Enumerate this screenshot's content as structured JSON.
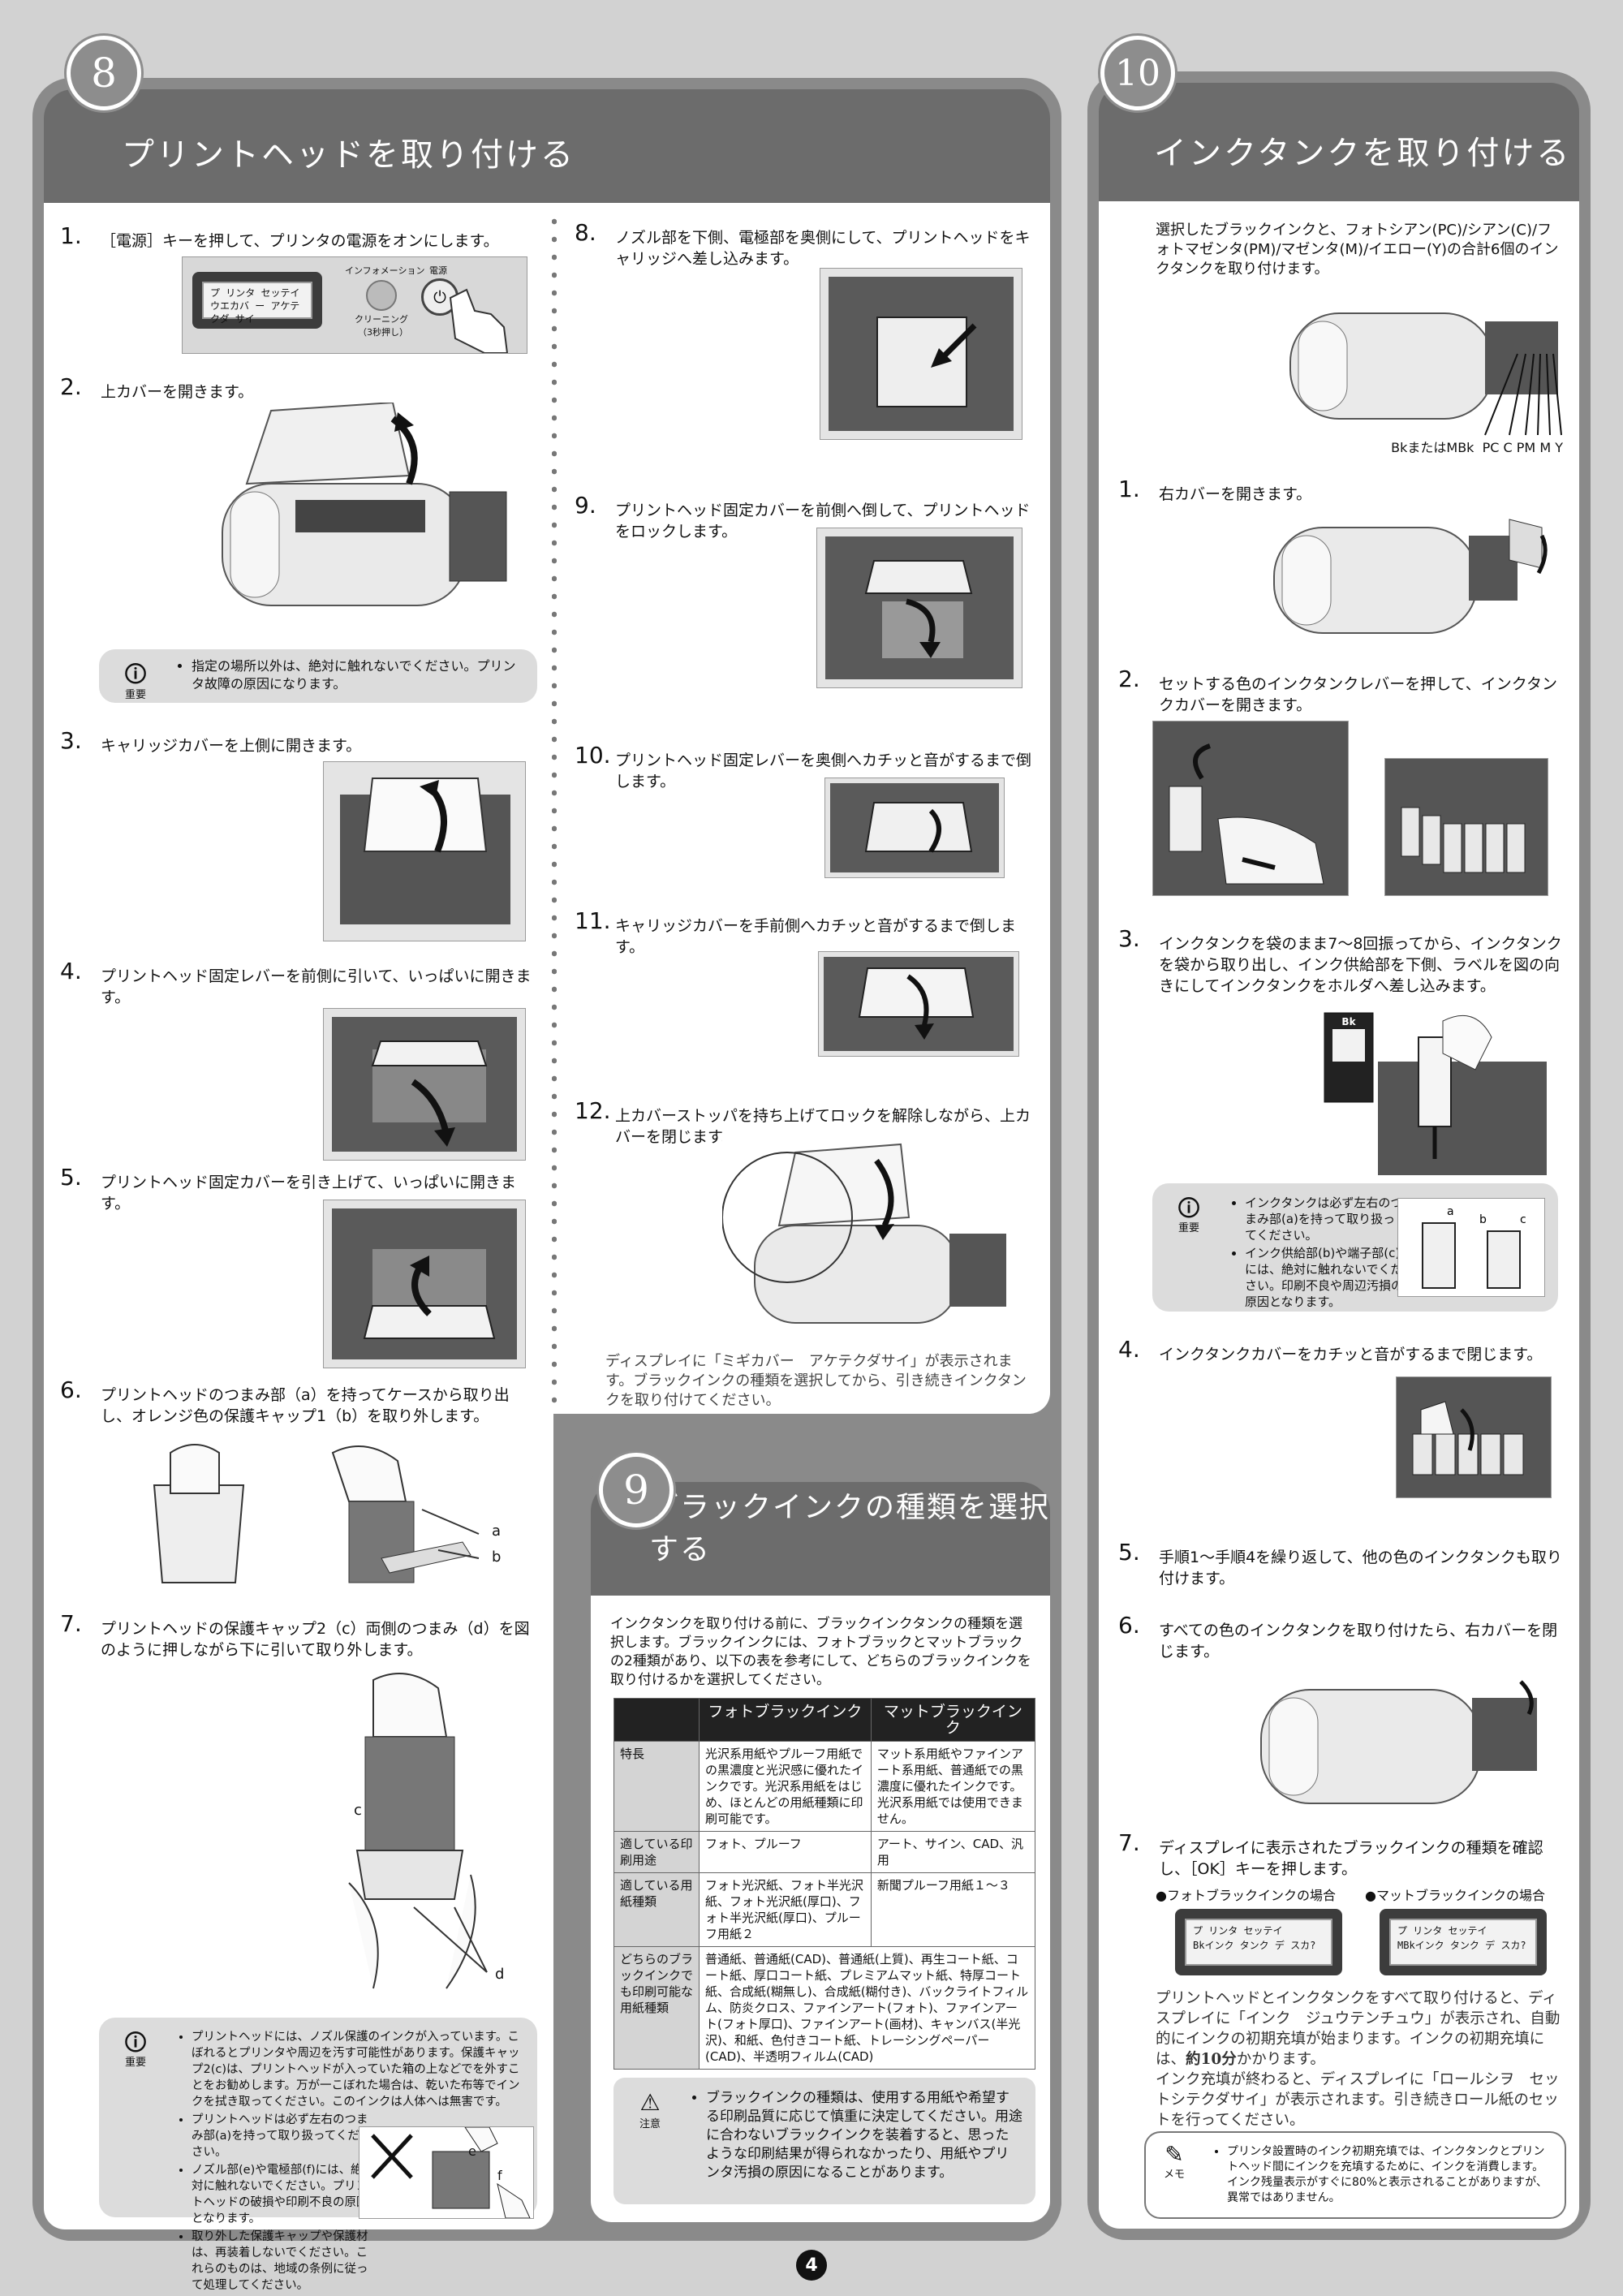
{
  "colors": {
    "panel": "#8a8a8a",
    "header": "#6c6c6c",
    "note_bg": "#dcdcdc"
  },
  "page_number": "4",
  "s8": {
    "badge": "8",
    "title": "プリントヘッドを取り付ける",
    "lcd_line1": "プ リンタ セッテイ",
    "lcd_line2": "ウエカバ ー アケテクダ サイ",
    "info_label": "インフォメーション",
    "power_label": "電源",
    "clean_label1": "クリーニング",
    "clean_label2": "（3秒押し）",
    "steps": [
      {
        "n": "1.",
        "t": "［電源］キーを押して、プリンタの電源をオンにします。"
      },
      {
        "n": "2.",
        "t": "上カバーを開きます。"
      },
      {
        "n": "3.",
        "t": "キャリッジカバーを上側に開きます。"
      },
      {
        "n": "4.",
        "t": "プリントヘッド固定レバーを前側に引いて、いっぱいに開きます。"
      },
      {
        "n": "5.",
        "t": "プリントヘッド固定カバーを引き上げて、いっぱいに開きます。"
      },
      {
        "n": "6.",
        "t": "プリントヘッドのつまみ部（a）を持ってケースから取り出し、オレンジ色の保護キャップ1（b）を取り外します。"
      },
      {
        "n": "7.",
        "t": "プリントヘッドの保護キャップ2（c）両側のつまみ（d）を図のように押しながら下に引いて取り外します。"
      },
      {
        "n": "8.",
        "t": "ノズル部を下側、電極部を奥側にして、プリントヘッドをキャリッジへ差し込みます。"
      },
      {
        "n": "9.",
        "t": "プリントヘッド固定カバーを前側へ倒して、プリントヘッドをロックします。"
      },
      {
        "n": "10.",
        "t": "プリントヘッド固定レバーを奥側へカチッと音がするまで倒します。"
      },
      {
        "n": "11.",
        "t": "キャリッジカバーを手前側へカチッと音がするまで倒します。"
      },
      {
        "n": "12.",
        "t": "上カバーストッパを持ち上げてロックを解除しながら、上カバーを閉じます。"
      }
    ],
    "important_label": "重要",
    "note1": "指定の場所以外は、絶対に触れないでください。プリンタ故障の原因になります。",
    "label_a": "a",
    "label_b": "b",
    "label_c": "c",
    "label_d": "d",
    "label_e": "e",
    "label_f": "f",
    "note2": [
      "プリントヘッドには、ノズル保護のインクが入っています。こぼれるとプリンタや周辺を汚す可能性があります。保護キャップ2(c)は、プリントヘッドが入っていた箱の上などでを外すことをお勧めします。万が一こぼれた場合は、乾いた布等でインクを拭き取ってください。このインクは人体へは無害です。",
      "プリントヘッドは必ず左右のつまみ部(a)を持って取り扱ってください。",
      "ノズル部(e)や電極部(f)には、絶対に触れないでください。プリントヘッドの破損や印刷不良の原因となります。",
      "取り外した保護キャップや保護材は、再装着しないでください。これらのものは、地域の条例に従って処理してください。"
    ],
    "end_text": "ディスプレイに「ミギカバー　アケテクダサイ」が表示されます。ブラックインクの種類を選択してから、引き続きインクタンクを取り付けてください。"
  },
  "s9": {
    "badge": "9",
    "title": "ブラックインクの種類を選択する",
    "intro": "インクタンクを取り付ける前に、ブラックインクタンクの種類を選択します。ブラックインクには、フォトブラックとマットブラックの2種類があり、以下の表を参考にして、どちらのブラックインクを取り付けるかを選択してください。",
    "table": {
      "h1": "フォトブラックインク",
      "h2": "マットブラックインク",
      "rows": [
        {
          "h": "特長",
          "a": "光沢系用紙やプルーフ用紙での黒濃度と光沢感に優れたインクです。光沢系用紙をはじめ、ほとんどの用紙種類に印刷可能です。",
          "b": "マット系用紙やファインアート系用紙、普通紙での黒濃度に優れたインクです。光沢系用紙では使用できません。"
        },
        {
          "h": "適している印刷用途",
          "a": "フォト、プルーフ",
          "b": "アート、サイン、CAD、汎用"
        },
        {
          "h": "適している用紙種類",
          "a": "フォト光沢紙、フォト半光沢紙、フォト光沢紙(厚口)、フォト半光沢紙(厚口)、プルーフ用紙２",
          "b": "新聞プルーフ用紙１～３"
        },
        {
          "h": "どちらのブラックインクでも印刷可能な用紙種類",
          "a": "普通紙、普通紙(CAD)、普通紙(上質)、再生コート紙、コート紙、厚口コート紙、プレミアムマット紙、特厚コート紙、合成紙(糊無し)、合成紙(糊付き)、バックライトフィルム、防炎クロス、ファインアート(フォト)、ファインアート(フォト厚口)、ファインアート(画材)、キャンバス(半光沢)、和紙、色付きコート紙、トレーシングペーパー(CAD)、半透明フィルム(CAD)"
        }
      ]
    },
    "caution_label": "注意",
    "caution": "ブラックインクの種類は、使用する用紙や希望する印刷品質に応じて慎重に決定してください。用途に合わないブラックインクを装着すると、思ったような印刷結果が得られなかったり、用紙やプリンタ汚損の原因になることがあります。"
  },
  "s10": {
    "badge": "10",
    "title": "インクタンクを取り付ける",
    "intro": "選択したブラックインクと、フォトシアン(PC)/シアン(C)/フォトマゼンタ(PM)/マゼンタ(M)/イエロー(Y)の合計6個のインクタンクを取り付けます。",
    "ink_labels": "BkまたはMBk  PC C PM M Y",
    "steps": [
      {
        "n": "1.",
        "t": "右カバーを開きます。"
      },
      {
        "n": "2.",
        "t": "セットする色のインクタンクレバーを押して、インクタンクカバーを開きます。"
      },
      {
        "n": "3.",
        "t": "インクタンクを袋のまま7～8回振ってから、インクタンクを袋から取り出し、インク供給部を下側、ラベルを図の向きにしてインクタンクをホルダへ差し込みます。"
      },
      {
        "n": "4.",
        "t": "インクタンクカバーをカチッと音がするまで閉じます。"
      },
      {
        "n": "5.",
        "t": "手順1～手順4を繰り返して、他の色のインクタンクも取り付けます。"
      },
      {
        "n": "6.",
        "t": "すべての色のインクタンクを取り付けたら、右カバーを閉じます。"
      },
      {
        "n": "7.",
        "t": "ディスプレイに表示されたブラックインクの種類を確認し、［OK］キーを押します。"
      }
    ],
    "tank_label": "Bk",
    "important_label": "重要",
    "note": [
      "インクタンクは必ず左右のつまみ部(a)を持って取り扱ってください。",
      "インク供給部(b)や端子部(c)には、絶対に触れないでください。印刷不良や周辺汚損の原因となります。"
    ],
    "case_photo": "●フォトブラックインクの場合",
    "case_matte": "●マットブラックインクの場合",
    "lcd_photo_1": "プ リンタ セッテイ",
    "lcd_photo_2": "Bkインク タンク デ スカ?",
    "lcd_matte_1": "プ リンタ セッテイ",
    "lcd_matte_2": "MBkインク タンク デ スカ?",
    "end_text_1": "プリントヘッドとインクタンクをすべて取り付けると、ディスプレイに「インク　ジュウテンチュウ」が表示され、自動的にインクの初期充填が始まります。インクの初期充填には、",
    "end_text_bold": "約10分",
    "end_text_2": "かかります。",
    "end_text_3": "インク充填が終わると、ディスプレイに「ロールシヲ　セットシテクダサイ」が表示されます。引き続きロール紙のセットを行ってください。",
    "memo_label": "メモ",
    "memo": "プリンタ設置時のインク初期充填では、インクタンクとプリントヘッド間にインクを充填するために、インクを消費します。インク残量表示がすぐに80%と表示されることがありますが、異常ではありません。"
  }
}
